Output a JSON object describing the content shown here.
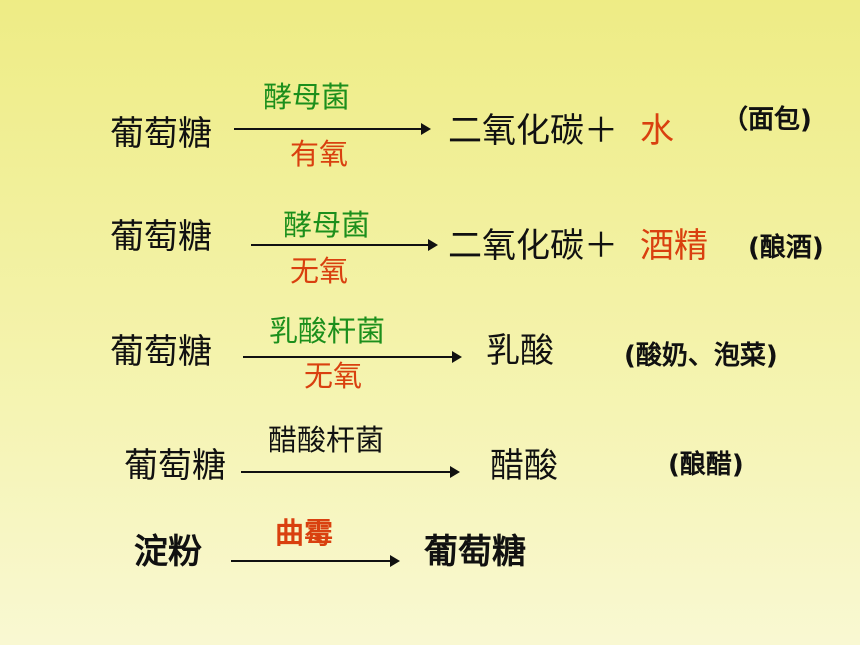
{
  "rows": [
    {
      "left": "葡萄糖",
      "above": "酵母菌",
      "below": "有氧",
      "right_a": "二氧化碳＋",
      "right_b": "水",
      "note": "（面包)"
    },
    {
      "left": "葡萄糖",
      "above": "酵母菌",
      "below": "无氧",
      "right_a": "二氧化碳＋",
      "right_b": "酒精",
      "note": "(酿酒)"
    },
    {
      "left": "葡萄糖",
      "above": "乳酸杆菌",
      "below": "无氧",
      "right": "乳酸",
      "note": "(酸奶、泡菜)"
    },
    {
      "left": "葡萄糖",
      "above": "醋酸杆菌",
      "right": "醋酸",
      "note": "(酿醋)"
    },
    {
      "left": "淀粉",
      "above": "曲霉",
      "right": "葡萄糖"
    }
  ],
  "colors": {
    "green": "#1c8f1c",
    "red": "#d9400f"
  }
}
